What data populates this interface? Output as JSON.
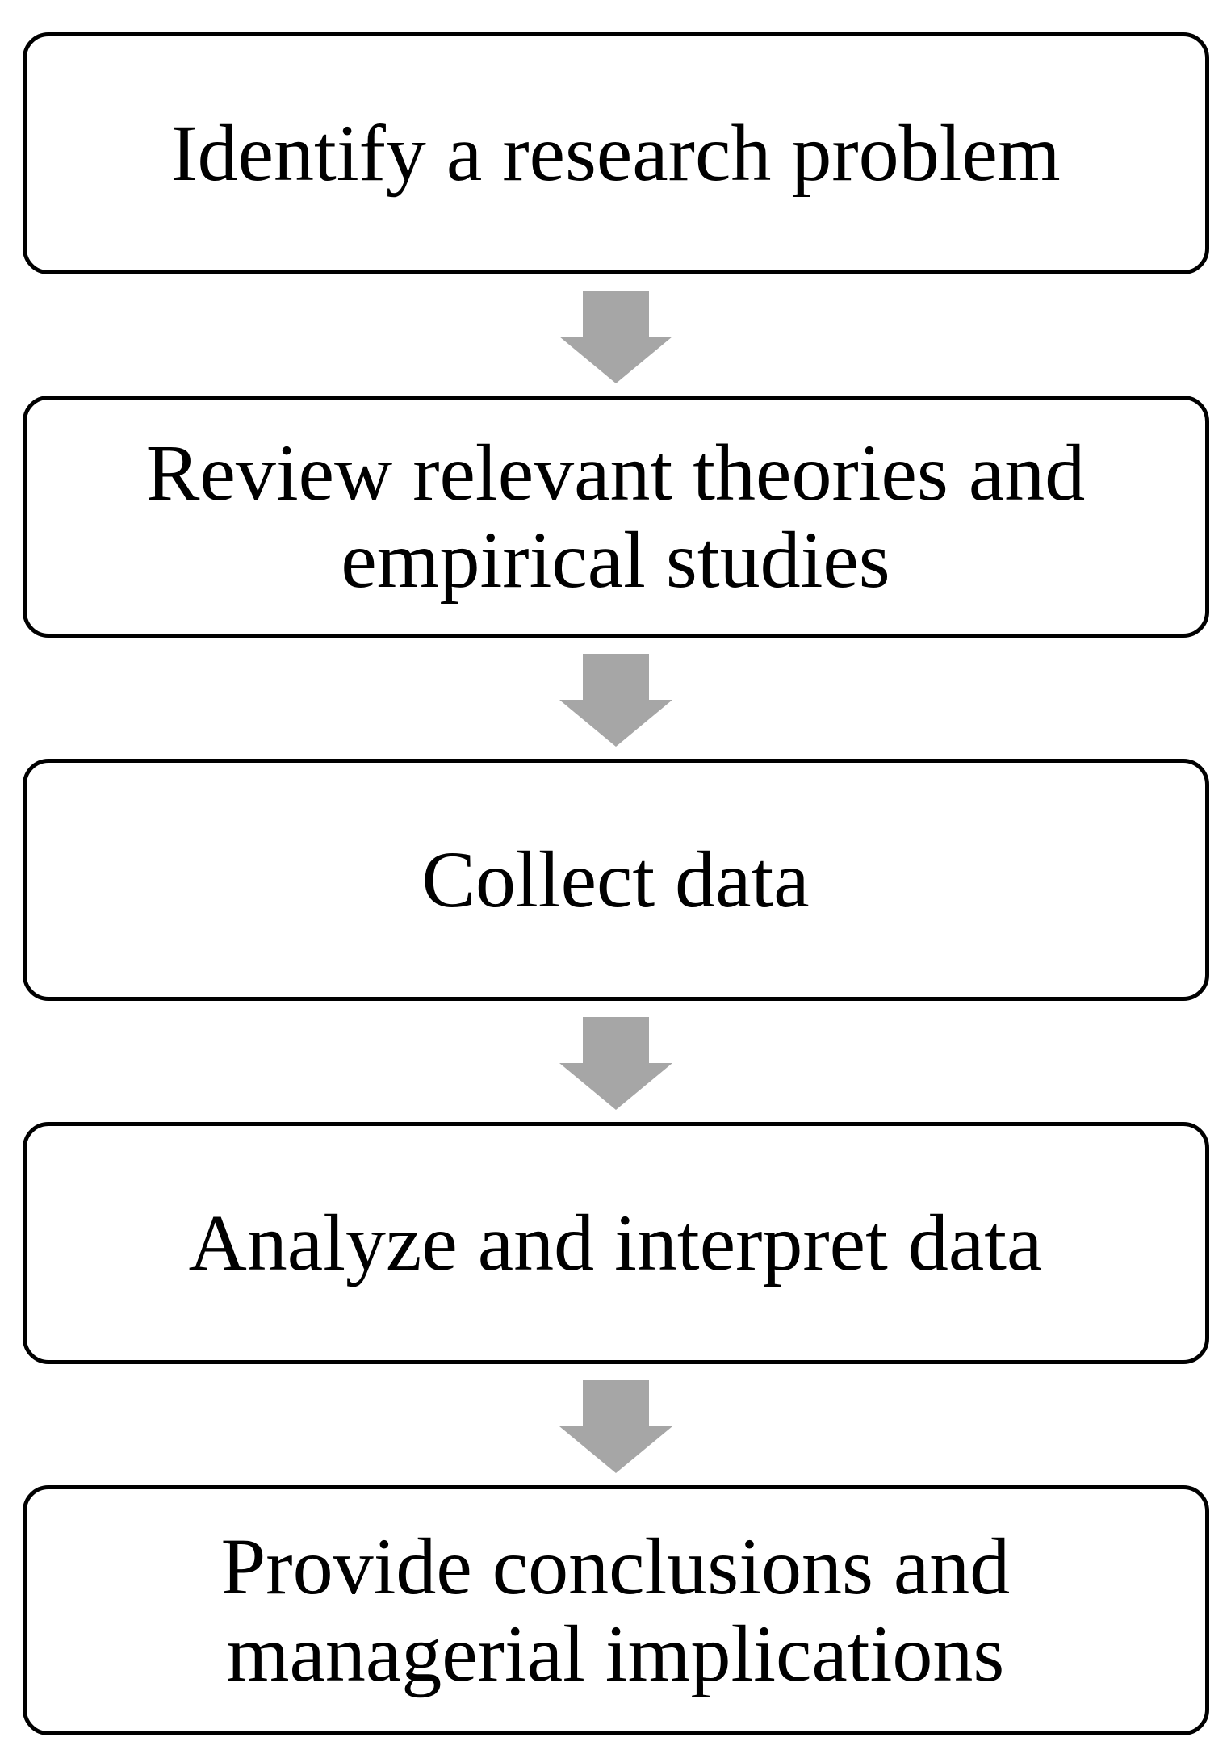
{
  "flowchart": {
    "steps": [
      {
        "label": "Identify a research problem"
      },
      {
        "label": "Review relevant theories and empirical studies"
      },
      {
        "label": "Collect data"
      },
      {
        "label": "Analyze and interpret data"
      },
      {
        "label": "Provide conclusions and managerial implications"
      }
    ],
    "colors": {
      "arrow": "#a6a6a6",
      "box_border": "#000000",
      "box_fill": "#ffffff",
      "text": "#000000"
    }
  }
}
